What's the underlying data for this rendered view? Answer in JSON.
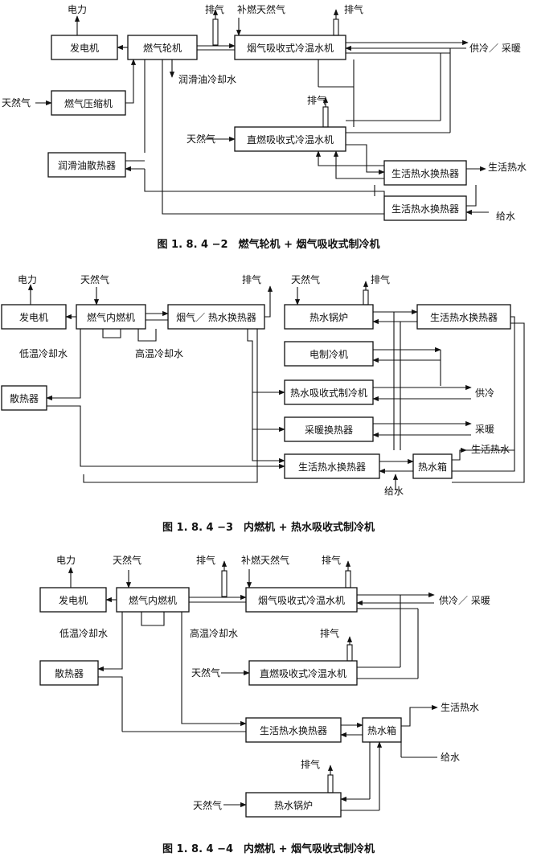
{
  "d1": {
    "caption": "图 1. 8. 4 −2　燃气轮机 + 烟气吸收式制冷机",
    "generator": "发电机",
    "turbine": "燃气轮机",
    "flue_chiller": "烟气吸收式冷温水机",
    "compressor": "燃气压缩机",
    "direct_chiller": "直燃吸收式冷温水机",
    "oil_cooler": "润滑油散热器",
    "dhw_hx1": "生活热水换热器",
    "dhw_hx2": "生活热水换热器",
    "power": "电力",
    "natural_gas": "天然气",
    "natural_gas2": "天然气",
    "supplement_gas": "补燃天然气",
    "exhaust1": "排气",
    "exhaust2": "排气",
    "exhaust3": "排气",
    "lube_cooling": "润滑油冷却水",
    "supply": "供冷／ 采暖",
    "domestic_hot_water": "生活热水",
    "feed_water": "给水"
  },
  "d2": {
    "caption": "图 1. 8. 4 −3　内燃机 + 热水吸收式制冷机",
    "generator": "发电机",
    "engine": "燃气内燃机",
    "flue_hx": "烟气／ 热水换热器",
    "boiler": "热水锅炉",
    "dhw_hx_top": "生活热水换热器",
    "electric_chiller": "电制冷机",
    "hw_chiller": "热水吸收式制冷机",
    "heating_hx": "采暖换热器",
    "radiator": "散热器",
    "dhw_hx": "生活热水换热器",
    "tank": "热水箱",
    "power": "电力",
    "natural_gas": "天然气",
    "natural_gas2": "天然气",
    "exhaust1": "排气",
    "exhaust2": "排气",
    "low_temp": "低温冷却水",
    "high_temp": "高温冷却水",
    "cooling": "供冷",
    "heating": "采暖",
    "domestic_hot_water": "生活热水",
    "feed_water": "给水"
  },
  "d3": {
    "caption": "图 1. 8. 4 −4　内燃机 + 烟气吸收式制冷机",
    "generator": "发电机",
    "engine": "燃气内燃机",
    "flue_chiller": "烟气吸收式冷温水机",
    "radiator": "散热器",
    "direct_chiller": "直燃吸收式冷温水机",
    "dhw_hx": "生活热水换热器",
    "tank": "热水箱",
    "boiler": "热水锅炉",
    "power": "电力",
    "natural_gas": "天然气",
    "supplement_gas": "补燃天然气",
    "exhaust1": "排气",
    "exhaust2": "排气",
    "exhaust3": "排气",
    "exhaust4": "排气",
    "natural_gas2": "天然气",
    "natural_gas3": "天然气",
    "low_temp": "低温冷却水",
    "high_temp": "高温冷却水",
    "supply": "供冷／ 采暖",
    "domestic_hot_water": "生活热水",
    "feed_water": "给水"
  }
}
